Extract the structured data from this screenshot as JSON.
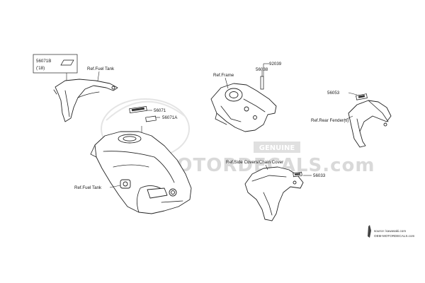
{
  "diagram": {
    "labels": {
      "p56071b": "56071B",
      "p56071b_note": "('18)",
      "ref_fuel_tank_top": "Ref.Fuel Tank",
      "p56071": "56071",
      "p56071a": "56071A",
      "ref_fuel_tank_left": "Ref.Fuel Tank",
      "ref_frame": "Ref.Frame",
      "p92039": "92039",
      "p56038": "56038",
      "p56053": "56053",
      "ref_rear_fender": "Ref.Rear Fender(s)",
      "ref_side_covers": "Ref.Side Covers/Chain Cover",
      "p56033": "56033"
    },
    "watermark": {
      "main": "OEM-MOTORDECALS.com",
      "badge": "GENUINE"
    },
    "source": {
      "line1": "source: kawasaki.com",
      "line2": "OEM-MOTORDECALS.com"
    }
  }
}
